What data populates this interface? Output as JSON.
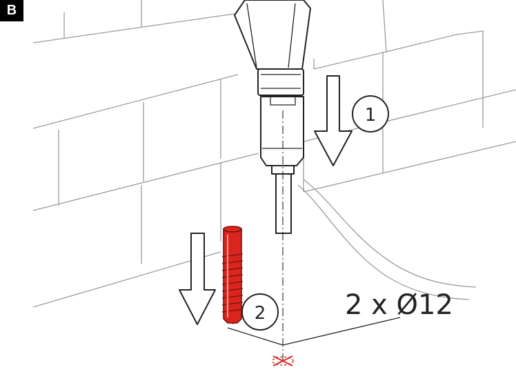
{
  "panel": {
    "label": "B"
  },
  "steps": [
    {
      "number": "1",
      "target": "drill"
    },
    {
      "number": "2",
      "target": "wall-plug"
    }
  ],
  "dimension": {
    "text": "2 x Ø12"
  },
  "colors": {
    "ink": "#222222",
    "wall_lines": "#9a9a9a",
    "plug_red": "#d9251d",
    "badge_bg": "#000000"
  },
  "icons": [
    "down-arrow-icon",
    "drill-icon",
    "wall-plug-icon",
    "drill-hole-icon"
  ]
}
